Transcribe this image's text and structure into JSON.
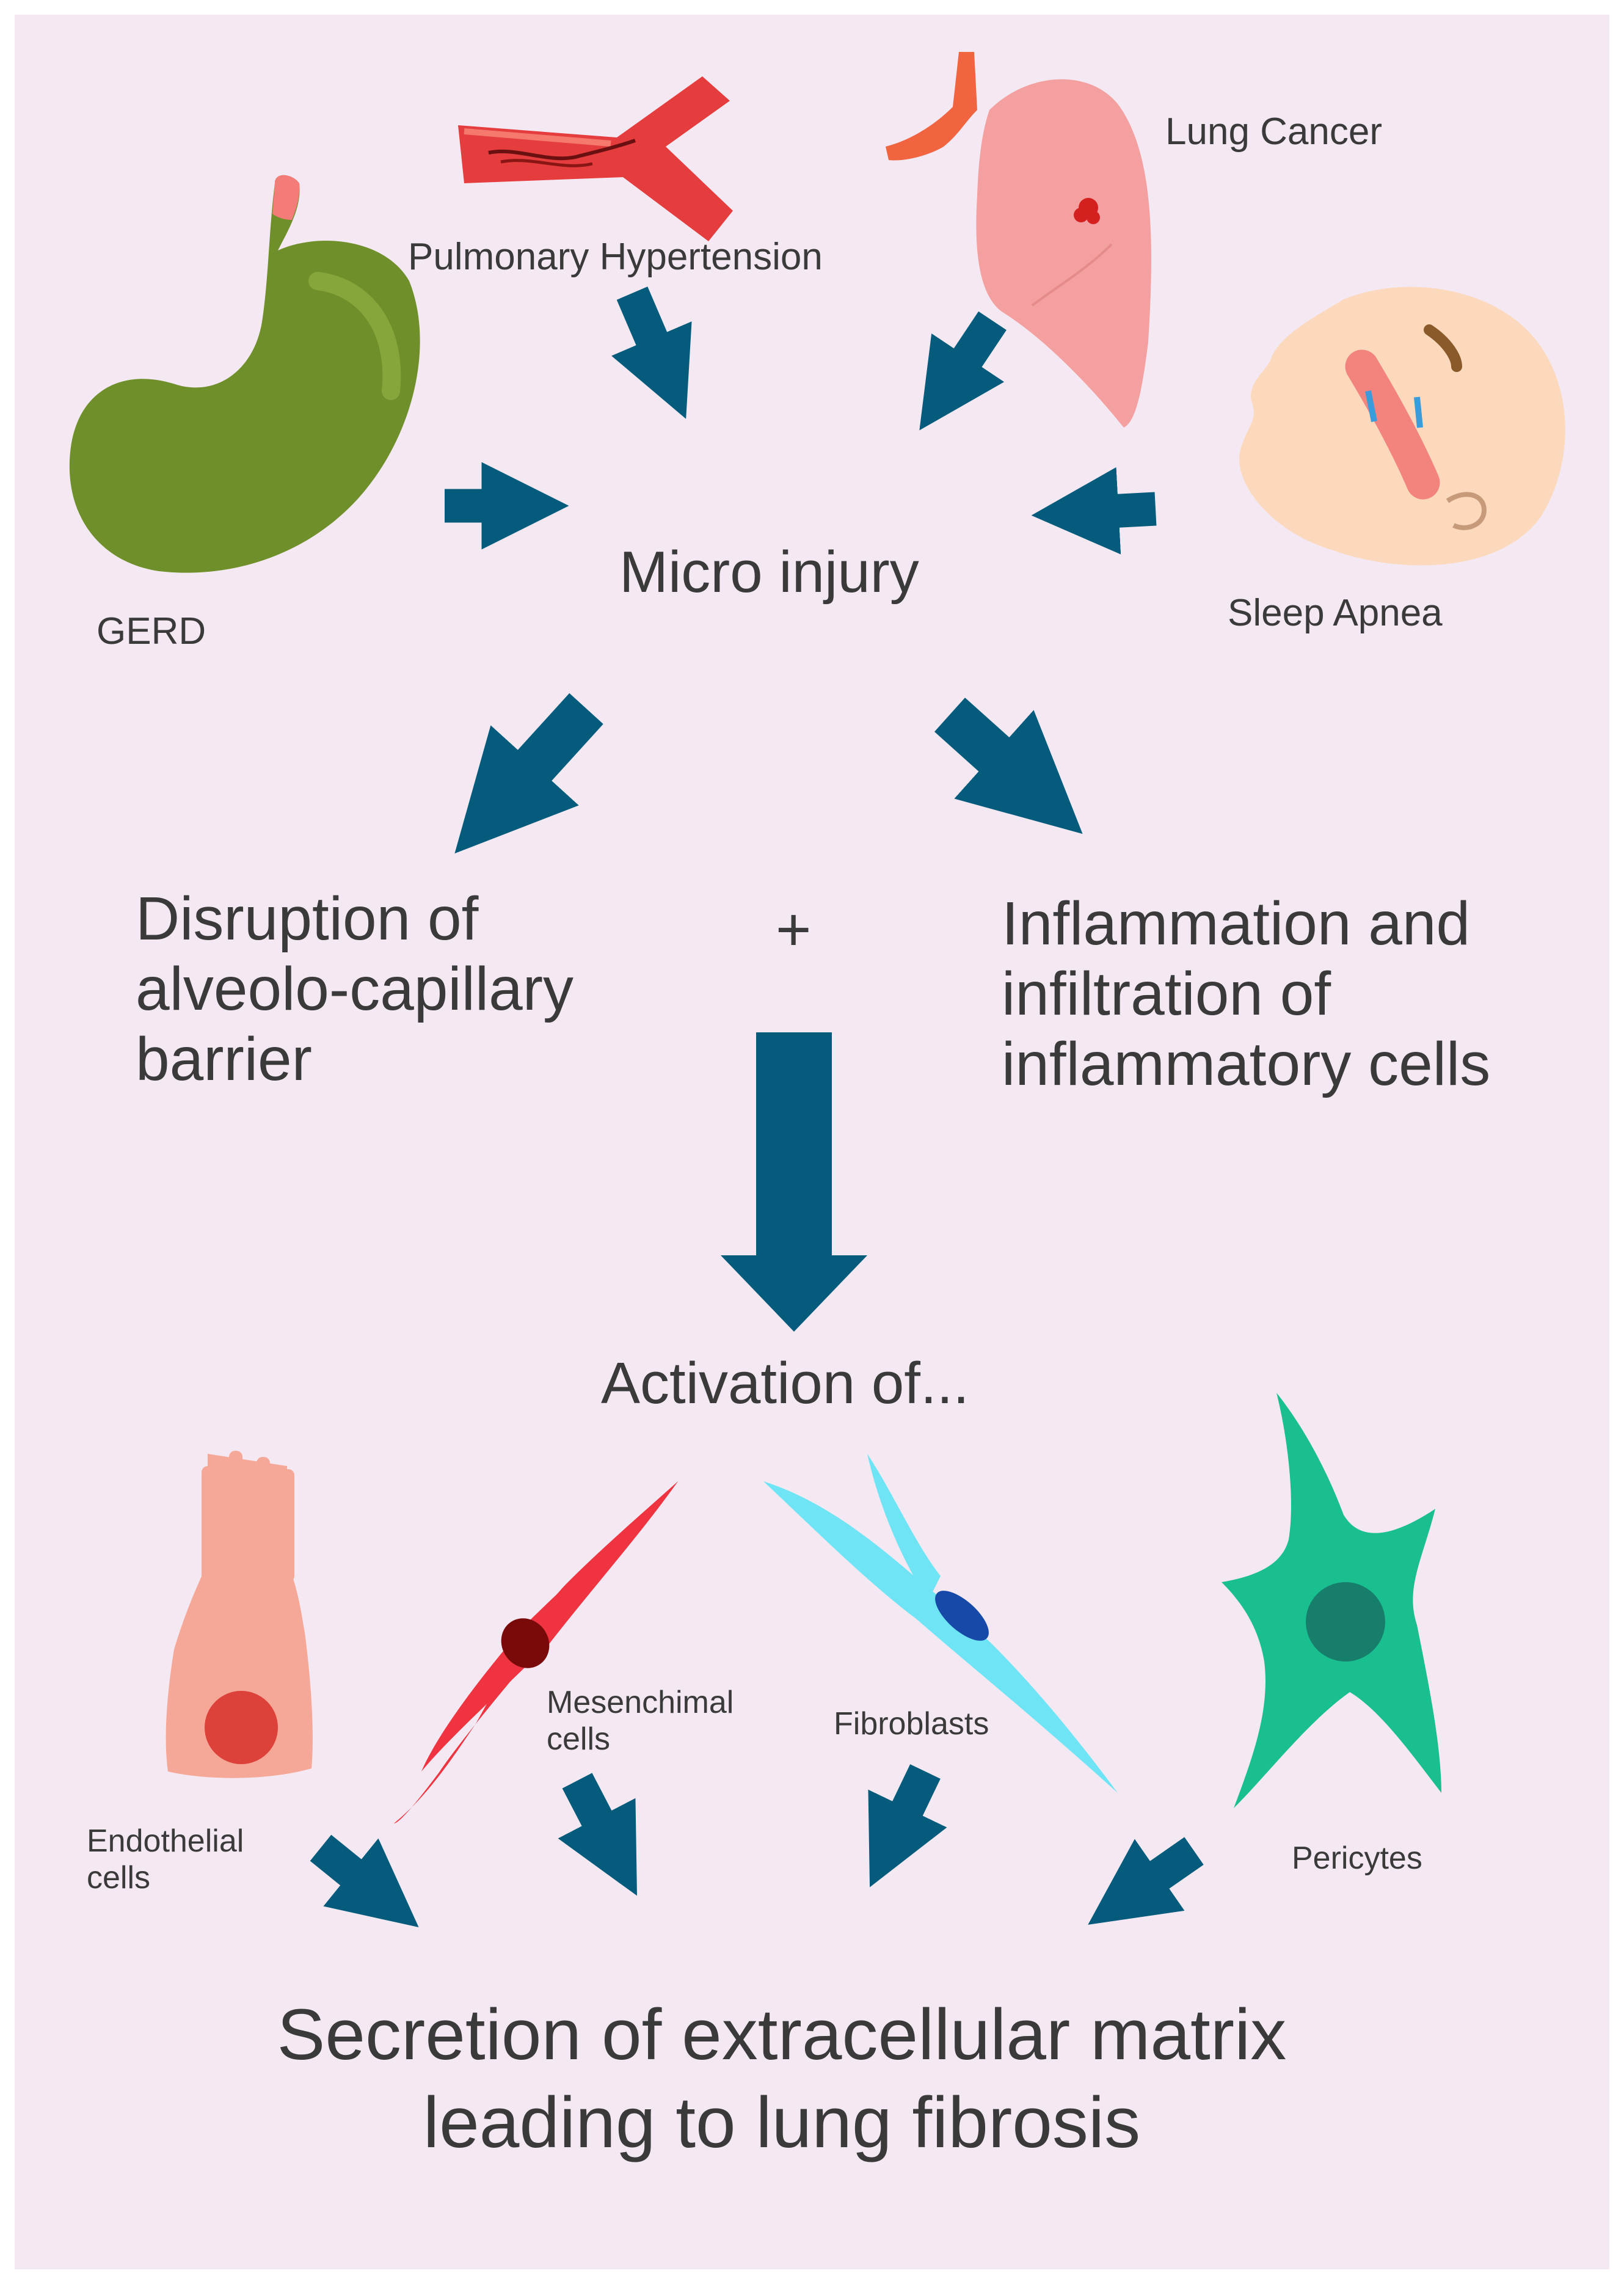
{
  "colors": {
    "background": "#f4e9f3",
    "arrow": "#045b7c",
    "text": "#3a3a3a",
    "stomach": "#6f8f2a",
    "lung": "#f4a0a0",
    "endothelial": "#f6a898",
    "mesenchymal": "#ef3340",
    "fibroblast": "#6fe4f5",
    "pericyte": "#1abf8f"
  },
  "icons": [
    "stomach-icon",
    "blood-vessel-icon",
    "lung-icon",
    "sleeping-head-icon",
    "endothelial-cell-icon",
    "mesenchymal-cell-icon",
    "fibroblast-icon",
    "pericyte-icon"
  ],
  "causes": {
    "pulmonary_hypertension": "Pulmonary Hypertension",
    "lung_cancer": "Lung Cancer",
    "gerd": "GERD",
    "sleep_apnea": "Sleep Apnea"
  },
  "central": "Micro injury",
  "effects": {
    "left": "Disruption of\nalveolo-capillary\nbarrier",
    "plus": "+",
    "right": "Inflammation and\ninfiltration of\ninflammatory cells"
  },
  "activation": "Activation of...",
  "cells": {
    "endothelial": "Endothelial\ncells",
    "mesenchymal": "Mesenchimal\ncells",
    "fibroblasts": "Fibroblasts",
    "pericytes": "Pericytes"
  },
  "outcome": "Secretion of extracellular matrix\nleading to lung fibrosis"
}
